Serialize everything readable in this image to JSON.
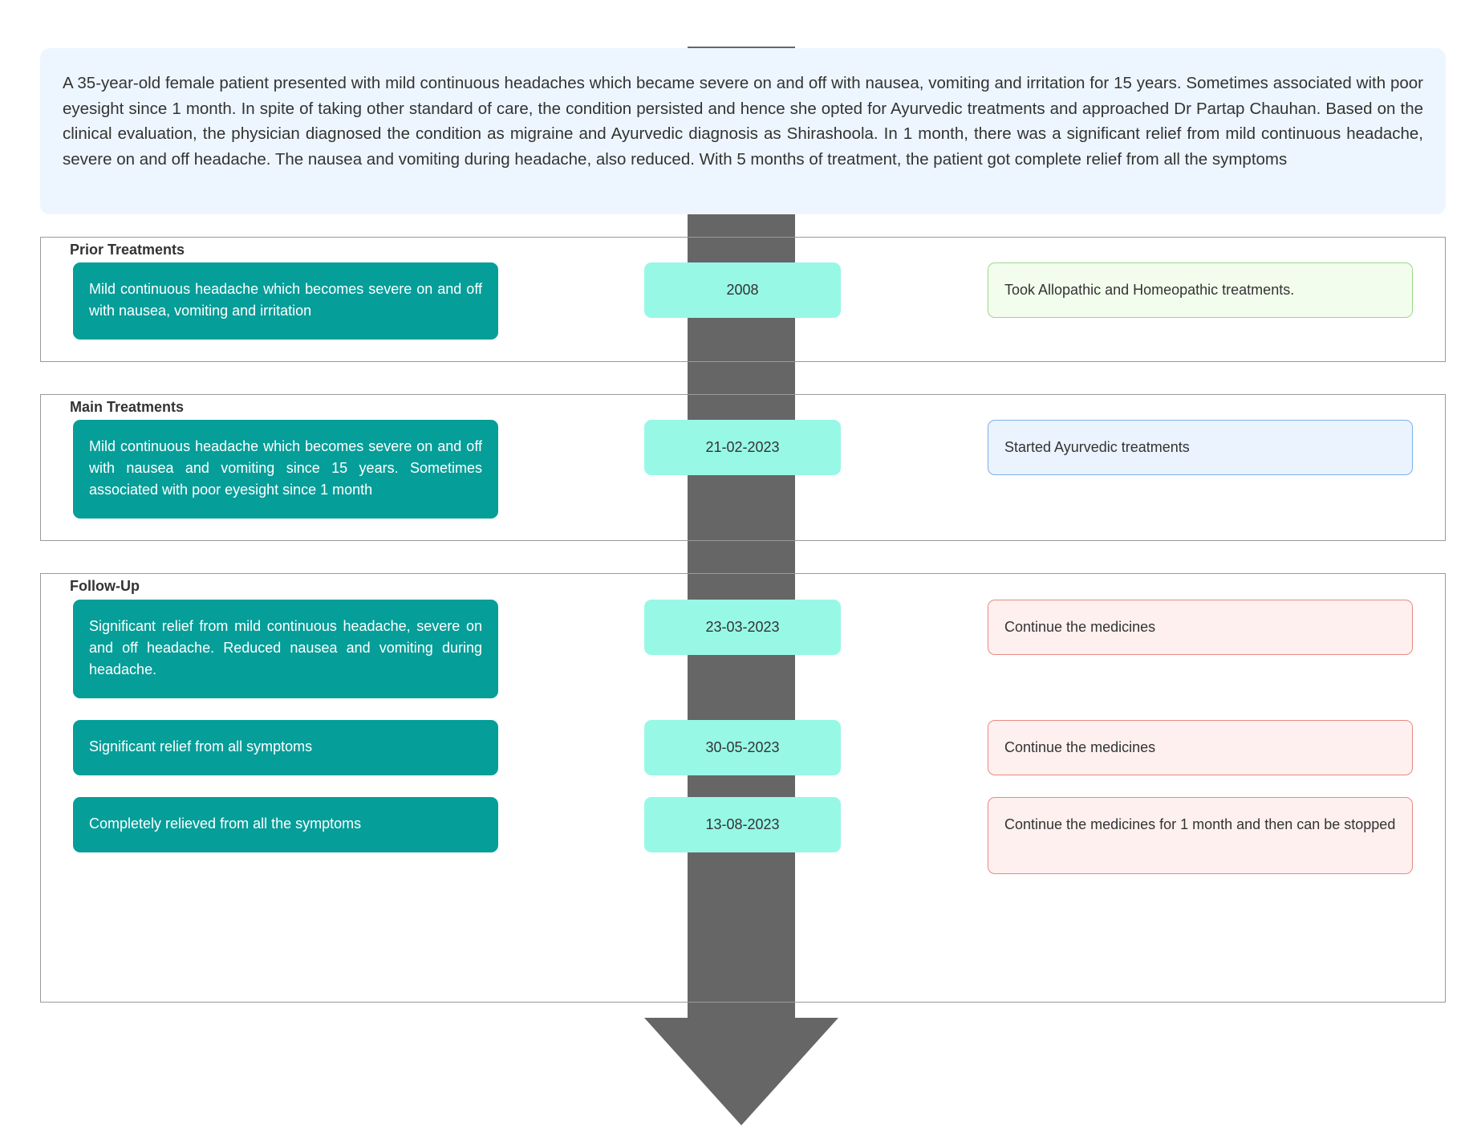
{
  "summary": {
    "text": "A 35-year-old female patient presented with mild continuous headaches which became severe on and off with nausea, vomiting and irritation for 15 years. Sometimes associated with poor eyesight since 1 month. In spite of taking other standard of care, the condition persisted and hence she opted for Ayurvedic treatments and approached Dr Partap Chauhan. Based on the clinical evaluation, the physician diagnosed the condition as migraine and Ayurvedic diagnosis as Shirashoola. In 1 month, there was a significant relief from mild continuous headache, severe on and off headache. The nausea and vomiting during headache, also reduced. With 5 months of treatment, the patient got complete relief from all the symptoms"
  },
  "sections": [
    {
      "title": "Prior Treatments",
      "entries": [
        {
          "symptom": "Mild continuous headache which becomes severe on and off with nausea, vomiting and irritation",
          "date": "2008",
          "note": "Took Allopathic and Homeopathic treatments."
        }
      ]
    },
    {
      "title": "Main Treatments",
      "entries": [
        {
          "symptom": "Mild continuous headache which becomes severe on and off with nausea and vomiting since 15 years. Sometimes associated with poor eyesight since 1 month",
          "date": "21-02-2023",
          "note": "Started Ayurvedic treatments"
        }
      ]
    },
    {
      "title": "Follow-Up",
      "entries": [
        {
          "symptom": "Significant relief from mild continuous headache, severe on and off headache. Reduced nausea and vomiting during headache.",
          "date": "23-03-2023",
          "note": "Continue the medicines"
        },
        {
          "symptom": "Significant relief from all symptoms",
          "date": "30-05-2023",
          "note": "Continue the medicines"
        },
        {
          "symptom": "Completely relieved from all the symptoms",
          "date": "13-08-2023",
          "note": "Continue the medicines for 1 month and then can be stopped"
        }
      ]
    }
  ],
  "colors": {
    "symptom_card": "#069e99",
    "date_card": "#97f8e6",
    "timeline_arrow": "#666666",
    "summary_background": "#edf6fe",
    "note_prior": "#f3fdee",
    "note_main": "#eaf3fe",
    "note_followup": "#fef0ef"
  }
}
